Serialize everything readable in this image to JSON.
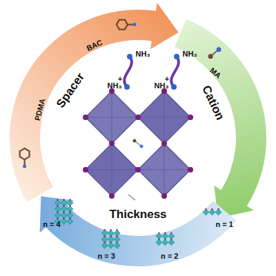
{
  "diagram": {
    "labels": [
      "Spacer",
      "BAC",
      "PDMA",
      "Cation",
      "MA",
      "NH₃",
      "+",
      "NH₃",
      "NH₃",
      "+",
      "NH₃",
      "Thickness",
      "n = 1",
      "n = 2",
      "n = 3",
      "n = 4"
    ]
  }
}
